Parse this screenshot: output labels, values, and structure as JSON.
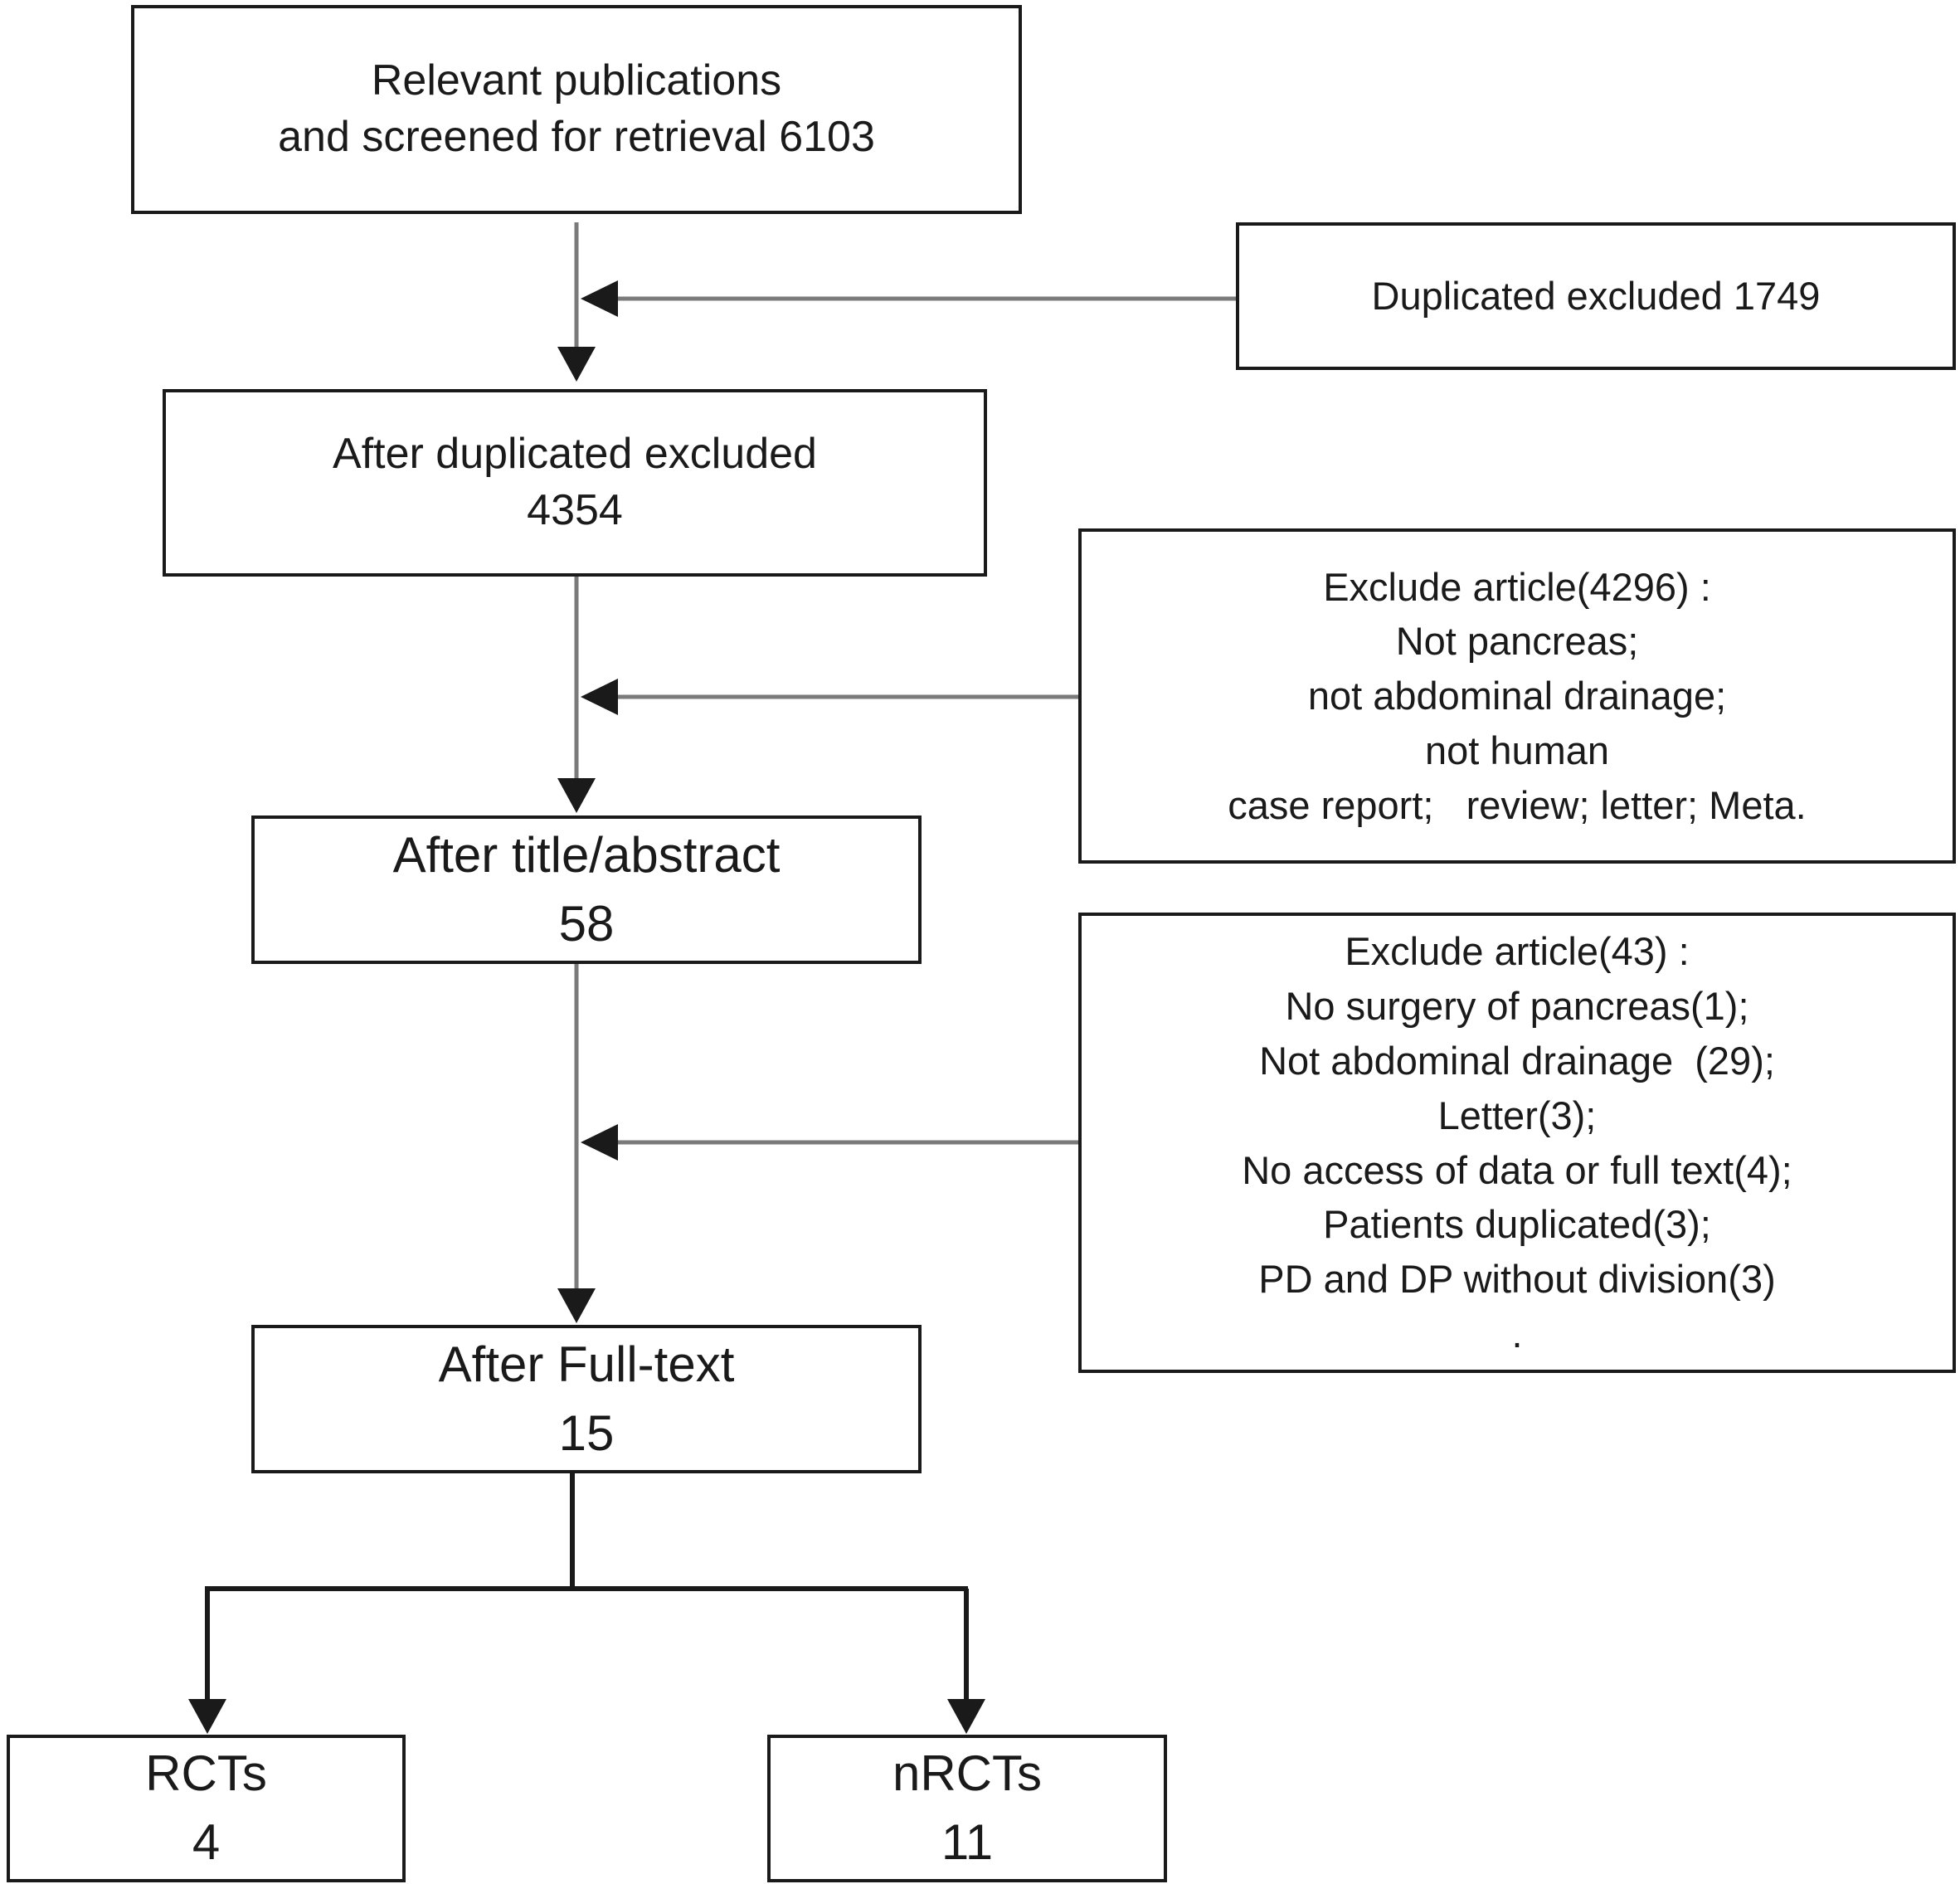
{
  "boxes": {
    "retrieval": {
      "lines": [
        "Relevant publications",
        "and screened for retrieval 6103"
      ]
    },
    "after_duplicates": {
      "lines": [
        "After duplicated excluded",
        "4354"
      ]
    },
    "after_title_abstract": {
      "lines": [
        "After title/abstract",
        "58"
      ]
    },
    "after_full_text": {
      "lines": [
        "After Full-text",
        "15"
      ]
    },
    "rcts": {
      "lines": [
        "RCTs",
        "4"
      ]
    },
    "nrcts": {
      "lines": [
        "nRCTs",
        "11"
      ]
    }
  },
  "exclusions": {
    "duplicates": {
      "lines": [
        "Duplicated excluded 1749"
      ]
    },
    "title_abstract": {
      "lines": [
        "Exclude article(4296) :",
        "Not pancreas;",
        "not abdominal drainage;",
        "not human",
        "case report;   review; letter; Meta."
      ]
    },
    "full_text": {
      "lines": [
        "Exclude article(43) :",
        "No surgery of pancreas(1);",
        "Not abdominal drainage  (29);",
        "Letter(3);",
        "No access of data or full text(4);",
        "Patients duplicated(3);",
        "PD and DP without division(3)",
        "."
      ]
    }
  },
  "colors": {
    "box_border": "#1a1a1a",
    "main_arrow": "#7a7a7a",
    "side_arrow": "#7a7a7a",
    "split_arrow": "#1a1a1a"
  }
}
